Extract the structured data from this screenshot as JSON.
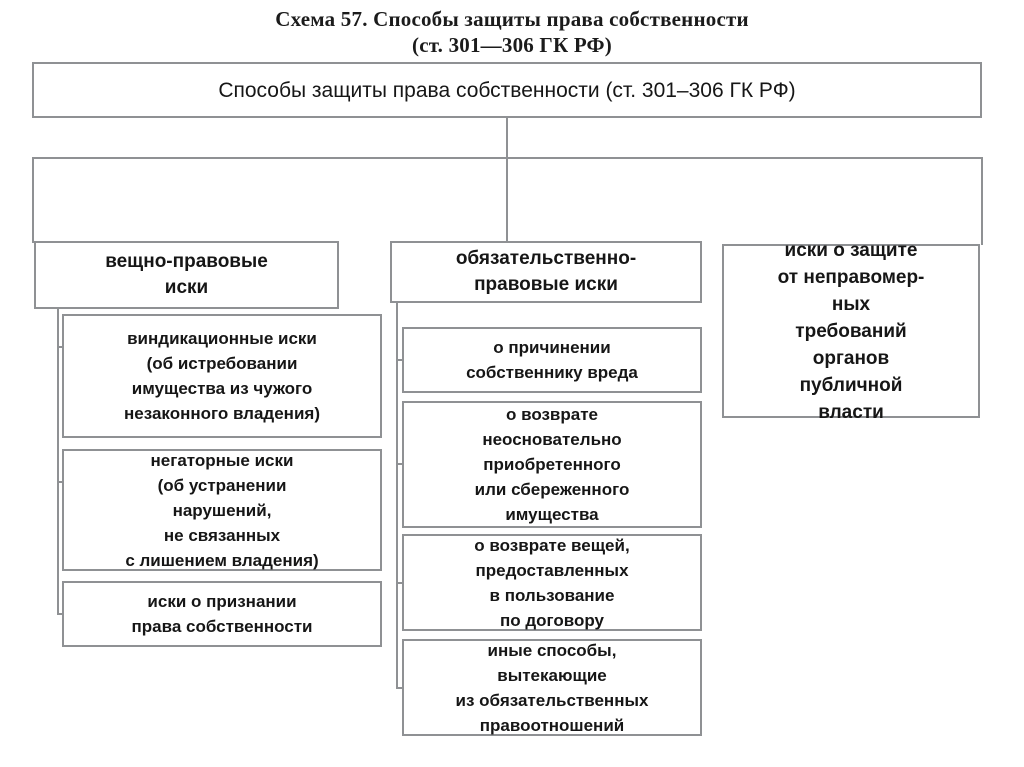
{
  "title": {
    "line1": "Схема 57. Способы защиты права собственности",
    "line2": "(ст. 301—306 ГК РФ)"
  },
  "root": {
    "label": "Способы защиты права собственности (ст. 301–306 ГК РФ)"
  },
  "categories": [
    {
      "id": "veshno-pravovye",
      "label": "вещно-правовые\nиски"
    },
    {
      "id": "obyazatelstvenno-pravovye",
      "label": "обязательственно-\nправовые иски"
    },
    {
      "id": "zashita-ot-organov",
      "label": "иски о защите\nот неправомер-\nных\nтребований\nорганов\nпубличной\nвласти"
    }
  ],
  "left_column": [
    {
      "id": "vindikacionnye",
      "label": "виндикационные иски\n(об истребовании\nимущества из чужого\nнезаконного владения)"
    },
    {
      "id": "negatornye",
      "label": "негаторные иски\n(об устранении\nнарушений,\nне связанных\nс лишением владения)"
    },
    {
      "id": "priznanie-prava",
      "label": "иски  о признании\nправа  собственности"
    }
  ],
  "middle_column": [
    {
      "id": "prichinenie-vreda",
      "label": "о причинении\nсобственнику  вреда"
    },
    {
      "id": "neosnovatelnoe-obogaschenie",
      "label": "о возврате\nнеосновательно\nприобретенного\nили сбереженного\nимущества"
    },
    {
      "id": "vozvrat-veschey",
      "label": "о возврате вещей,\nпредоставленных\nв пользование\nпо договору"
    },
    {
      "id": "inye-sposoby",
      "label": "иные способы,\nвытекающие\nиз обязательственных\nправоотношений"
    }
  ],
  "colors": {
    "border": "#8f9194",
    "text": "#161616",
    "background": "#ffffff"
  }
}
